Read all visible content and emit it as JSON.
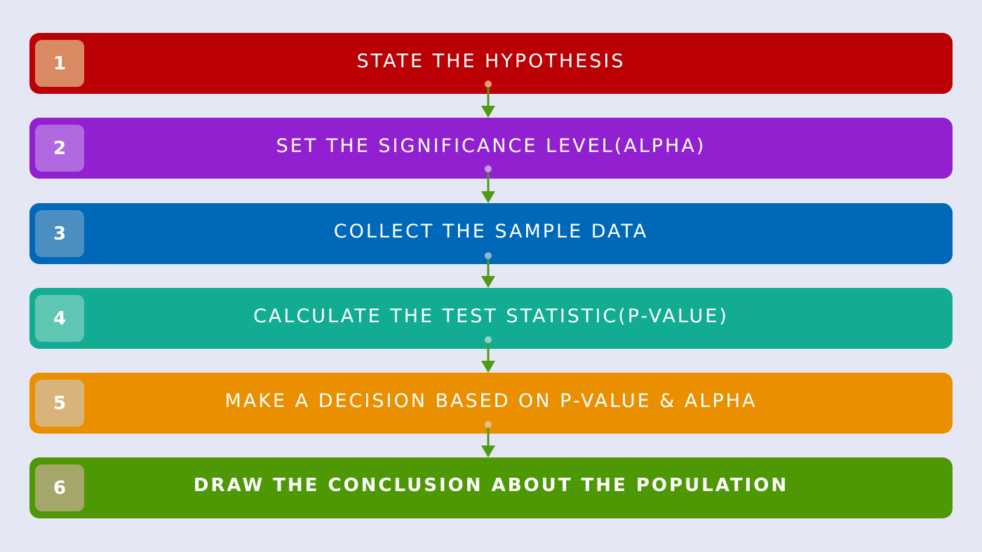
{
  "steps": [
    {
      "number": "1",
      "label": "STATE THE HYPOTHESIS",
      "color": "#bb0005",
      "badge_color": "#d98a62"
    },
    {
      "number": "2",
      "label": "SET THE SIGNIFICANCE LEVEL(ALPHA)",
      "color": "#9120d0",
      "badge_color": "#b069de"
    },
    {
      "number": "3",
      "label": "COLLECT THE SAMPLE DATA",
      "color": "#0068b8",
      "badge_color": "#4b8fc2"
    },
    {
      "number": "4",
      "label": "CALCULATE THE TEST STATISTIC(P-VALUE)",
      "color": "#12ac93",
      "badge_color": "#5fc6b4"
    },
    {
      "number": "5",
      "label": "MAKE A DECISION BASED ON P-VALUE & ALPHA",
      "color": "#ea8f00",
      "badge_color": "#d8b47a"
    },
    {
      "number": "6",
      "label": "DRAW THE CONCLUSION ABOUT THE POPULATION",
      "color": "#4f9805",
      "badge_color": "#a5a76a"
    }
  ],
  "connector_color": "#4f9a14",
  "background": "#e6e7f4"
}
